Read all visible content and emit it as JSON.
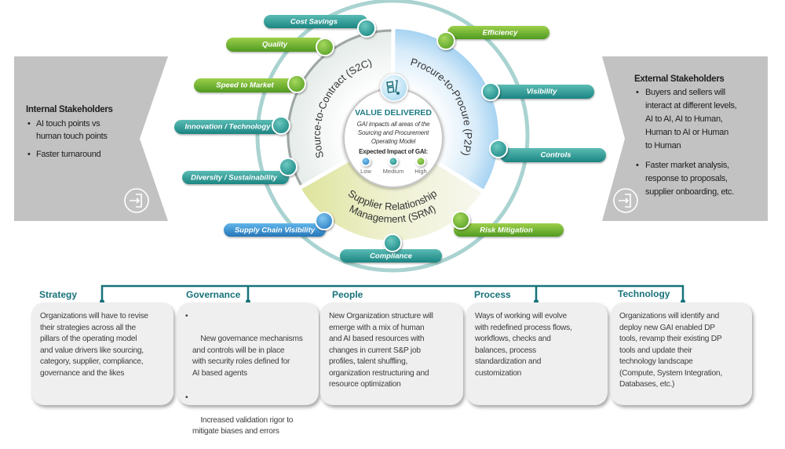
{
  "internal_stakeholders": {
    "title": "Internal Stakeholders",
    "bullets": [
      "AI touch points vs\nhuman touch points",
      "Faster turnaround"
    ],
    "bullet_glyph": "•",
    "icon": "sign-in-icon"
  },
  "external_stakeholders": {
    "title": "External Stakeholders",
    "bullets": [
      "Buyers and sellers will\ninteract at different levels,\nAI to AI, AI to Human,\nHuman to AI or Human\nto Human",
      "Faster market analysis,\nresponse to proposals,\nsupplier onboarding, etc."
    ],
    "bullet_glyph": "•",
    "icon": "sign-in-icon"
  },
  "wheel": {
    "center": {
      "icon": "hand-truck-icon",
      "title": "VALUE DELIVERED",
      "description_lines": [
        "GAI impacts all areas of the",
        "Sourcing and Procurement",
        "Operating Model"
      ],
      "legend_title": "Expected Impact of GAI:",
      "legend": [
        {
          "label": "Low",
          "impact": "low",
          "color": "#3a95d4"
        },
        {
          "label": "Medium",
          "impact": "medium",
          "color": "#2c9f98"
        },
        {
          "label": "High",
          "impact": "high",
          "color": "#6ab42f"
        }
      ]
    },
    "segments": {
      "s2c": "Source-to-Contract (S2C)",
      "p2p": "Procure-to-Procure (P2P)",
      "srm_lines": [
        "Supplier Relationship",
        "Management (SRM)"
      ]
    },
    "value_drivers": [
      {
        "label": "Cost Savings",
        "impact": "medium"
      },
      {
        "label": "Quality",
        "impact": "high"
      },
      {
        "label": "Speed to Market",
        "impact": "high"
      },
      {
        "label": "Innovation / Technology",
        "impact": "medium"
      },
      {
        "label": "Diversity / Sustainability",
        "impact": "medium"
      },
      {
        "label": "Supply Chain Visibility",
        "impact": "low"
      },
      {
        "label": "Compliance",
        "impact": "medium"
      },
      {
        "label": "Risk Mitigation",
        "impact": "high"
      },
      {
        "label": "Efficiency",
        "impact": "high"
      },
      {
        "label": "Visibility",
        "impact": "medium"
      },
      {
        "label": "Controls",
        "impact": "medium"
      }
    ]
  },
  "pillars": [
    {
      "title": "Strategy",
      "text": "Organizations will have to revise\ntheir strategies across all the\npillars of the operating model\nand value drivers like sourcing,\ncategory, supplier, compliance,\ngovernance and the likes"
    },
    {
      "title": "Governance",
      "bullets": [
        "New governance mechanisms\nand controls will be in place\nwith security roles defined for\nAI based agents",
        "Increased validation rigor to\nmitigate biases and errors"
      ],
      "bullet_glyph": "•"
    },
    {
      "title": "People",
      "text": "New Organization structure will\nemerge with a mix of human\nand AI based resources with\nchanges in current S&P job\nprofiles, talent shuffling,\norganization restructuring and\nresource optimization"
    },
    {
      "title": "Process",
      "text": "Ways of working will evolve\nwith redefined process flows,\nworkflows, checks and\nbalances, process\nstandardization and\ncustomization"
    },
    {
      "title": "Technology",
      "text": "Organizations will identify and\ndeploy new GAI enabled DP\ntools, revamp their existing DP\ntools and update their\ntechnology landscape\n(Compute, System Integration,\nDatabases, etc.)"
    }
  ],
  "colors": {
    "accent_teal": "#17727a",
    "box_gray": "#c2c2c2",
    "impact_low": "#3a95d4",
    "impact_medium": "#2c9f98",
    "impact_high": "#6ab42f"
  }
}
